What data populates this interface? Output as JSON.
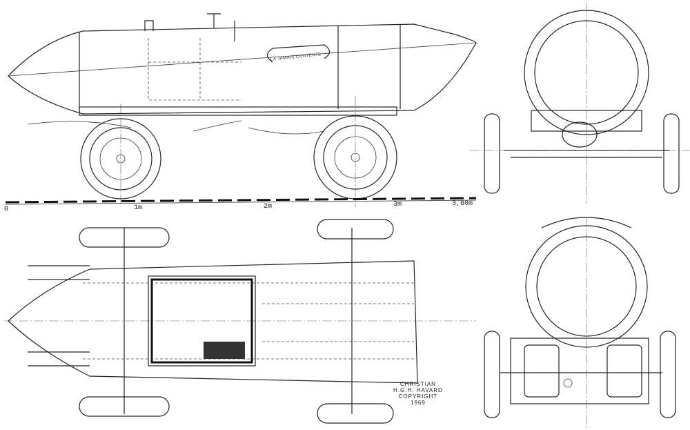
{
  "drawing": {
    "banner_text": "LA JAMAIS CONTENTE",
    "scale": {
      "labels": [
        "0",
        "1m",
        "2m",
        "3m",
        "3,60m"
      ],
      "values_m": [
        0,
        1,
        2,
        3,
        3.6
      ]
    },
    "credit": {
      "line1": "CHRISTIAN",
      "line2": "H.G.H. HAVARD",
      "line3": "COPYRIGHT",
      "line4": "1969"
    },
    "views": [
      "side-view",
      "front-view",
      "top-view",
      "rear-view"
    ]
  }
}
